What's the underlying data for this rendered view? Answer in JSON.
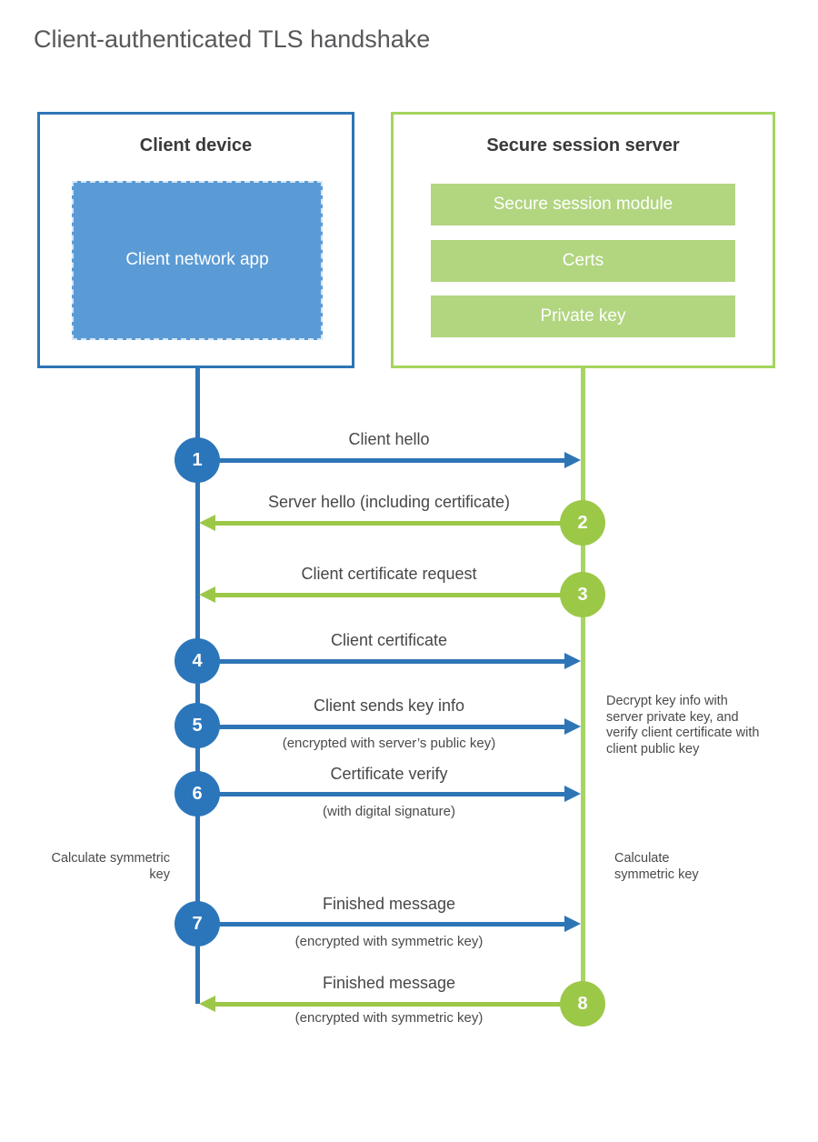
{
  "title": "Client-authenticated TLS handshake",
  "colors": {
    "client_accent": "#2e75b6",
    "client_fill": "#5b9bd5",
    "server_accent": "#9cc848",
    "server_border": "#a5d45f",
    "server_fill": "#b2d580",
    "label_text": "#474747"
  },
  "client": {
    "title": "Client device",
    "app_label": "Client network app"
  },
  "server": {
    "title": "Secure session server",
    "modules": [
      "Secure session module",
      "Certs",
      "Private key"
    ]
  },
  "steps": [
    {
      "number": "1",
      "direction": "client-to-server",
      "label": "Client hello",
      "sublabel": ""
    },
    {
      "number": "2",
      "direction": "server-to-client",
      "label": "Server hello (including certificate)",
      "sublabel": ""
    },
    {
      "number": "3",
      "direction": "server-to-client",
      "label": "Client certificate request",
      "sublabel": ""
    },
    {
      "number": "4",
      "direction": "client-to-server",
      "label": "Client certificate",
      "sublabel": ""
    },
    {
      "number": "5",
      "direction": "client-to-server",
      "label": "Client sends key info",
      "sublabel": "(encrypted with server’s public key)"
    },
    {
      "number": "6",
      "direction": "client-to-server",
      "label": "Certificate verify",
      "sublabel": "(with digital signature)"
    },
    {
      "number": "7",
      "direction": "client-to-server",
      "label": "Finished message",
      "sublabel": "(encrypted with symmetric key)"
    },
    {
      "number": "8",
      "direction": "server-to-client",
      "label": "Finished message",
      "sublabel": "(encrypted with symmetric key)"
    }
  ],
  "notes": {
    "decrypt": "Decrypt key info with server private key, and verify client certificate with client public key",
    "calc_client": "Calculate symmetric key",
    "calc_server": "Calculate symmetric key"
  }
}
